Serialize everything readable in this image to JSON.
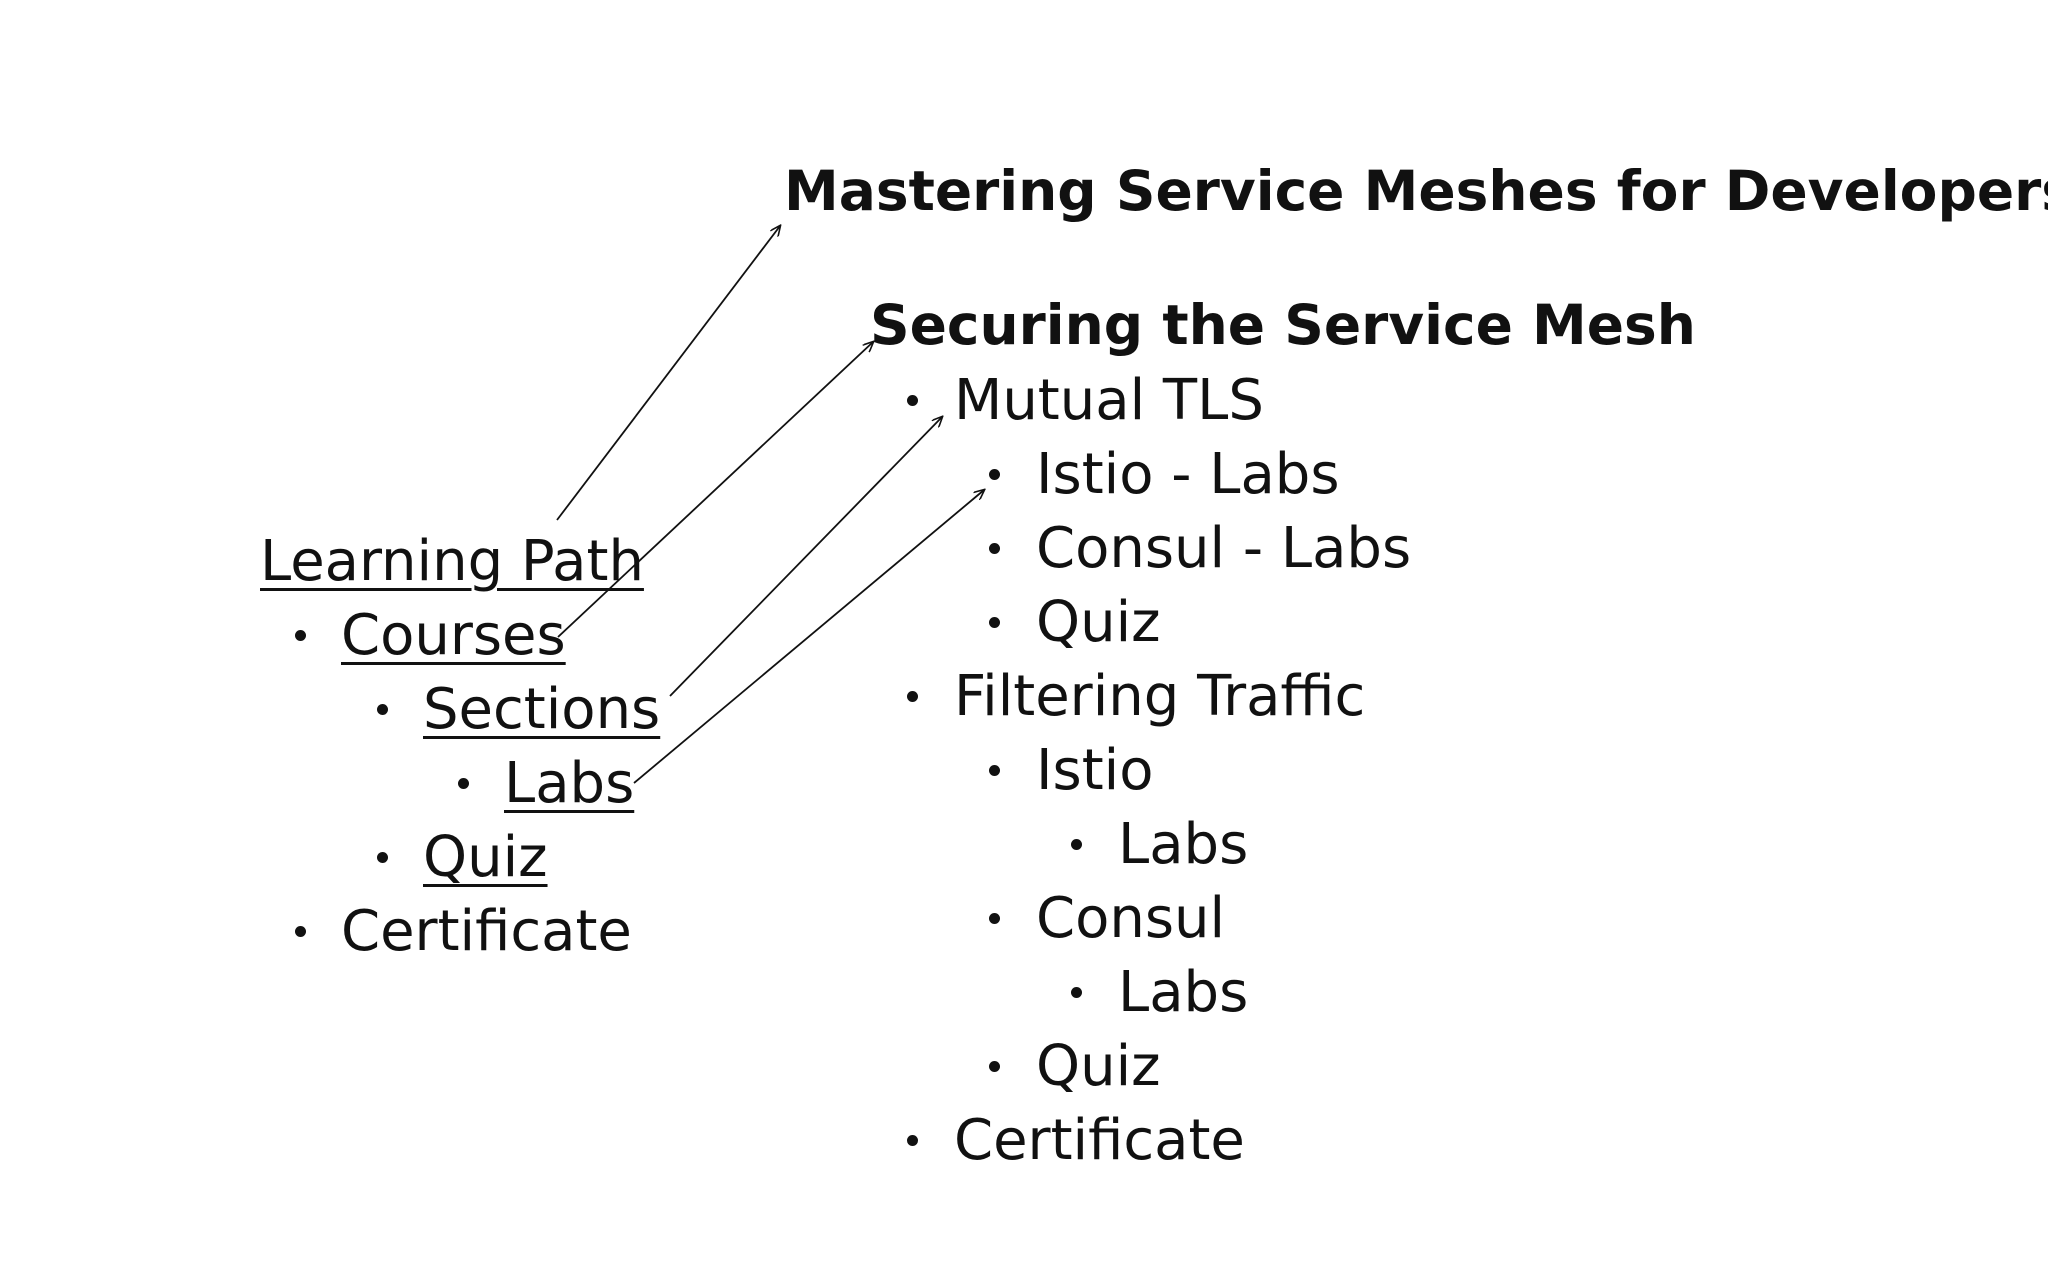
{
  "titles": {
    "course": "Mastering Service Meshes for Developers",
    "section": "Securing the Service Mesh"
  },
  "learning_path": {
    "heading": "Learning Path",
    "courses": "Courses",
    "sections": "Sections",
    "labs": "Labs",
    "quiz": "Quiz",
    "certificate": "Certificate"
  },
  "outline": {
    "mutual_tls": "Mutual TLS",
    "istio_labs": "Istio - Labs",
    "consul_labs": "Consul - Labs",
    "quiz_1": "Quiz",
    "filtering_traffic": "Filtering Traffic",
    "istio": "Istio",
    "istio_sub_labs": "Labs",
    "consul": "Consul",
    "consul_sub_labs": "Labs",
    "quiz_2": "Quiz",
    "certificate": "Certificate"
  }
}
